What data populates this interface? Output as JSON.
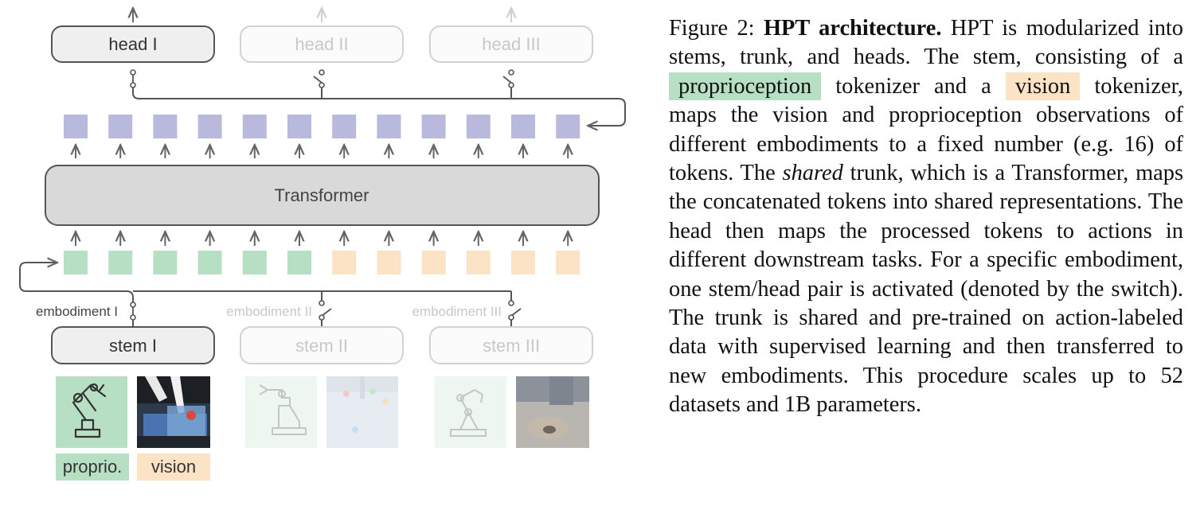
{
  "diagram": {
    "heads": [
      "head I",
      "head II",
      "head III"
    ],
    "trunk_label": "Transformer",
    "embodiments": [
      "embodiment I",
      "embodiment II",
      "embodiment III"
    ],
    "stems": [
      "stem I",
      "stem II",
      "stem III"
    ],
    "input_labels": {
      "proprio": "proprio.",
      "vision": "vision"
    },
    "active_index": 0,
    "output_token_count": 12,
    "input_token_count": 12,
    "colors": {
      "output_token": "#b9b9de",
      "proprio_token": "#b7dfc3",
      "vision_token": "#fde3c5",
      "box_fill": "#efefef",
      "box_stroke": "#555555",
      "trunk_fill": "#d9d9d9"
    }
  },
  "caption": {
    "fig_label": "Figure 2:",
    "title": "HPT architecture.",
    "t1": " HPT is modularized into stems, trunk, and heads. The stem, consisting of a ",
    "proprioception": "proprioception",
    "t2": " tokenizer and a ",
    "vision": "vision",
    "t3": " tokenizer, maps the vision and proprioception observations of different embodiments to a fixed number (e.g.  16) of tokens. The ",
    "shared": "shared",
    "t4": " trunk, which is a Transformer, maps the concatenated tokens into shared representations. The head then maps the processed tokens to actions in different downstream tasks.  For a specific embodiment, one stem/head pair is activated (denoted by the switch). The trunk is shared and pre-trained on action-labeled data with supervised learning and then transferred to new embodiments. This procedure scales up to 52 datasets and 1B parameters."
  }
}
